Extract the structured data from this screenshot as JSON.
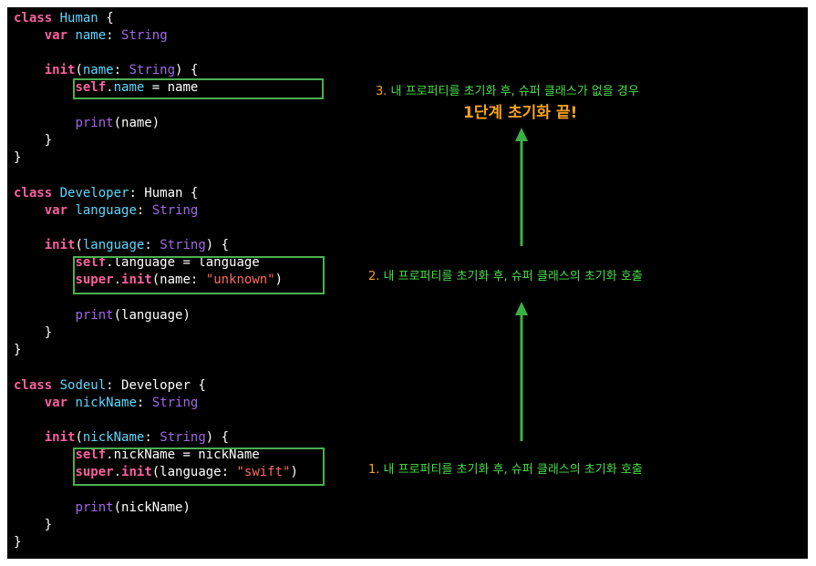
{
  "code": {
    "human": {
      "l1": [
        "class",
        "Human",
        "{"
      ],
      "l2": [
        "var",
        "name",
        ":",
        "String"
      ],
      "l3": [
        "init",
        "(",
        "name",
        ":",
        "String",
        ") {"
      ],
      "l4": [
        "self",
        ".",
        "name",
        " = name"
      ],
      "l5": [
        "print",
        "(name)"
      ],
      "l6": "}",
      "l7": "}"
    },
    "developer": {
      "l1": [
        "class",
        "Developer",
        ": Human {"
      ],
      "l2": [
        "var",
        "language",
        ":",
        "String"
      ],
      "l3": [
        "init",
        "(",
        "language",
        ":",
        "String",
        ") {"
      ],
      "l4": [
        "self",
        ".language = language"
      ],
      "l5": [
        "super",
        ".",
        "init",
        "(name: ",
        "\"unknown\"",
        ")"
      ],
      "l6": [
        "print",
        "(language)"
      ],
      "l7": "}",
      "l8": "}"
    },
    "sodeul": {
      "l1": [
        "class",
        "Sodeul",
        ": Developer {"
      ],
      "l2": [
        "var",
        "nickName",
        ":",
        "String"
      ],
      "l3": [
        "init",
        "(",
        "nickName",
        ":",
        "String",
        ") {"
      ],
      "l4": [
        "self",
        ".nickName = nickName"
      ],
      "l5": [
        "super",
        ".",
        "init",
        "(language: ",
        "\"swift\"",
        ")"
      ],
      "l6": [
        "print",
        "(nickName)"
      ],
      "l7": "}",
      "l8": "}"
    }
  },
  "annotations": {
    "step3": {
      "num": "3.",
      "text": "내 프로퍼티를 초기화 후, 슈퍼 클래스가 없을 경우",
      "emphasis": "1단계 초기화 끝!"
    },
    "step2": {
      "num": "2.",
      "text": "내 프로퍼티를 초기화  후, 슈퍼 클래스의 초기화 호출"
    },
    "step1": {
      "num": "1.",
      "text": "내 프로퍼티를 초기화  후, 슈퍼 클래스의 초기화 호출"
    }
  },
  "colors": {
    "background": "#000000",
    "keyword": "#fc5fa3",
    "type": "#5dd8ff",
    "function": "#a167e6",
    "string": "#fc6a5d",
    "highlight_box": "#4caf50",
    "arrow": "#3cb043",
    "annotation_number": "#f7a21b",
    "annotation_text": "#4ade4a"
  }
}
